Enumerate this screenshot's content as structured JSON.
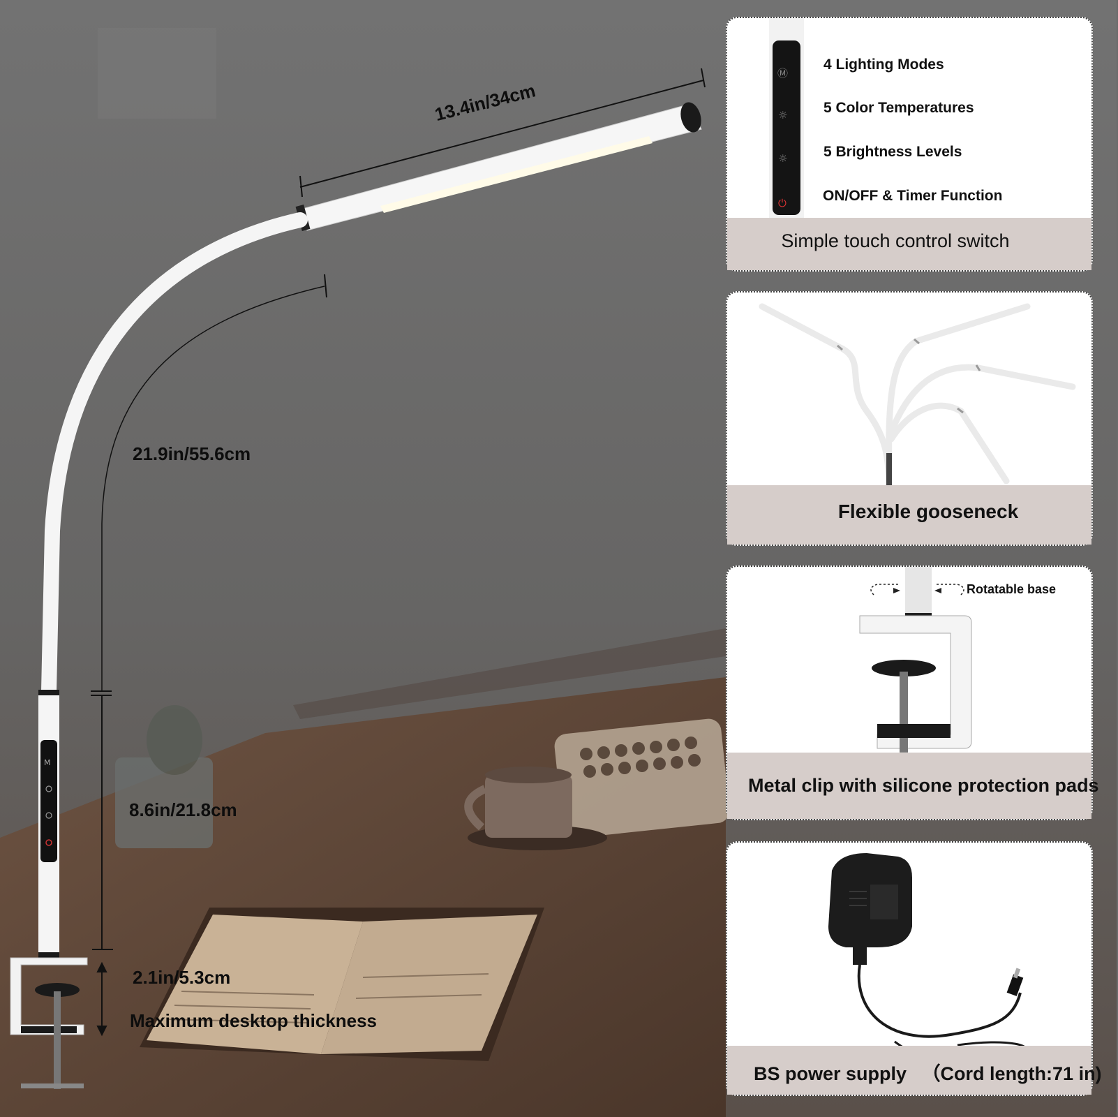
{
  "dimensions": {
    "head_length": "13.4in/34cm",
    "gooseneck_length": "21.9in/55.6cm",
    "base_height": "8.6in/21.8cm",
    "desk_thickness": "2.1in/5.3cm",
    "desk_thickness_caption": "Maximum desktop thickness"
  },
  "touch_panel": {
    "features": [
      "4 Lighting Modes",
      "5 Color Temperatures",
      "5 Brightness Levels",
      "ON/OFF & Timer Function"
    ],
    "caption": "Simple touch control switch",
    "icons": [
      "mode-icon",
      "color-temperature-icon",
      "brightness-icon",
      "power-icon"
    ]
  },
  "gooseneck_panel": {
    "caption": "Flexible gooseneck"
  },
  "clamp_panel": {
    "rotate_label": "Rotatable base",
    "caption": "Metal clip with silicone protection pads"
  },
  "power_panel": {
    "caption_main": "BS power supply",
    "caption_cord": "（Cord length:71 in)"
  },
  "colors": {
    "lamp_body": "#ffffff",
    "caption_band": "#d6cdca",
    "background": "#6b6b6b",
    "desk": "#6a4a35"
  }
}
